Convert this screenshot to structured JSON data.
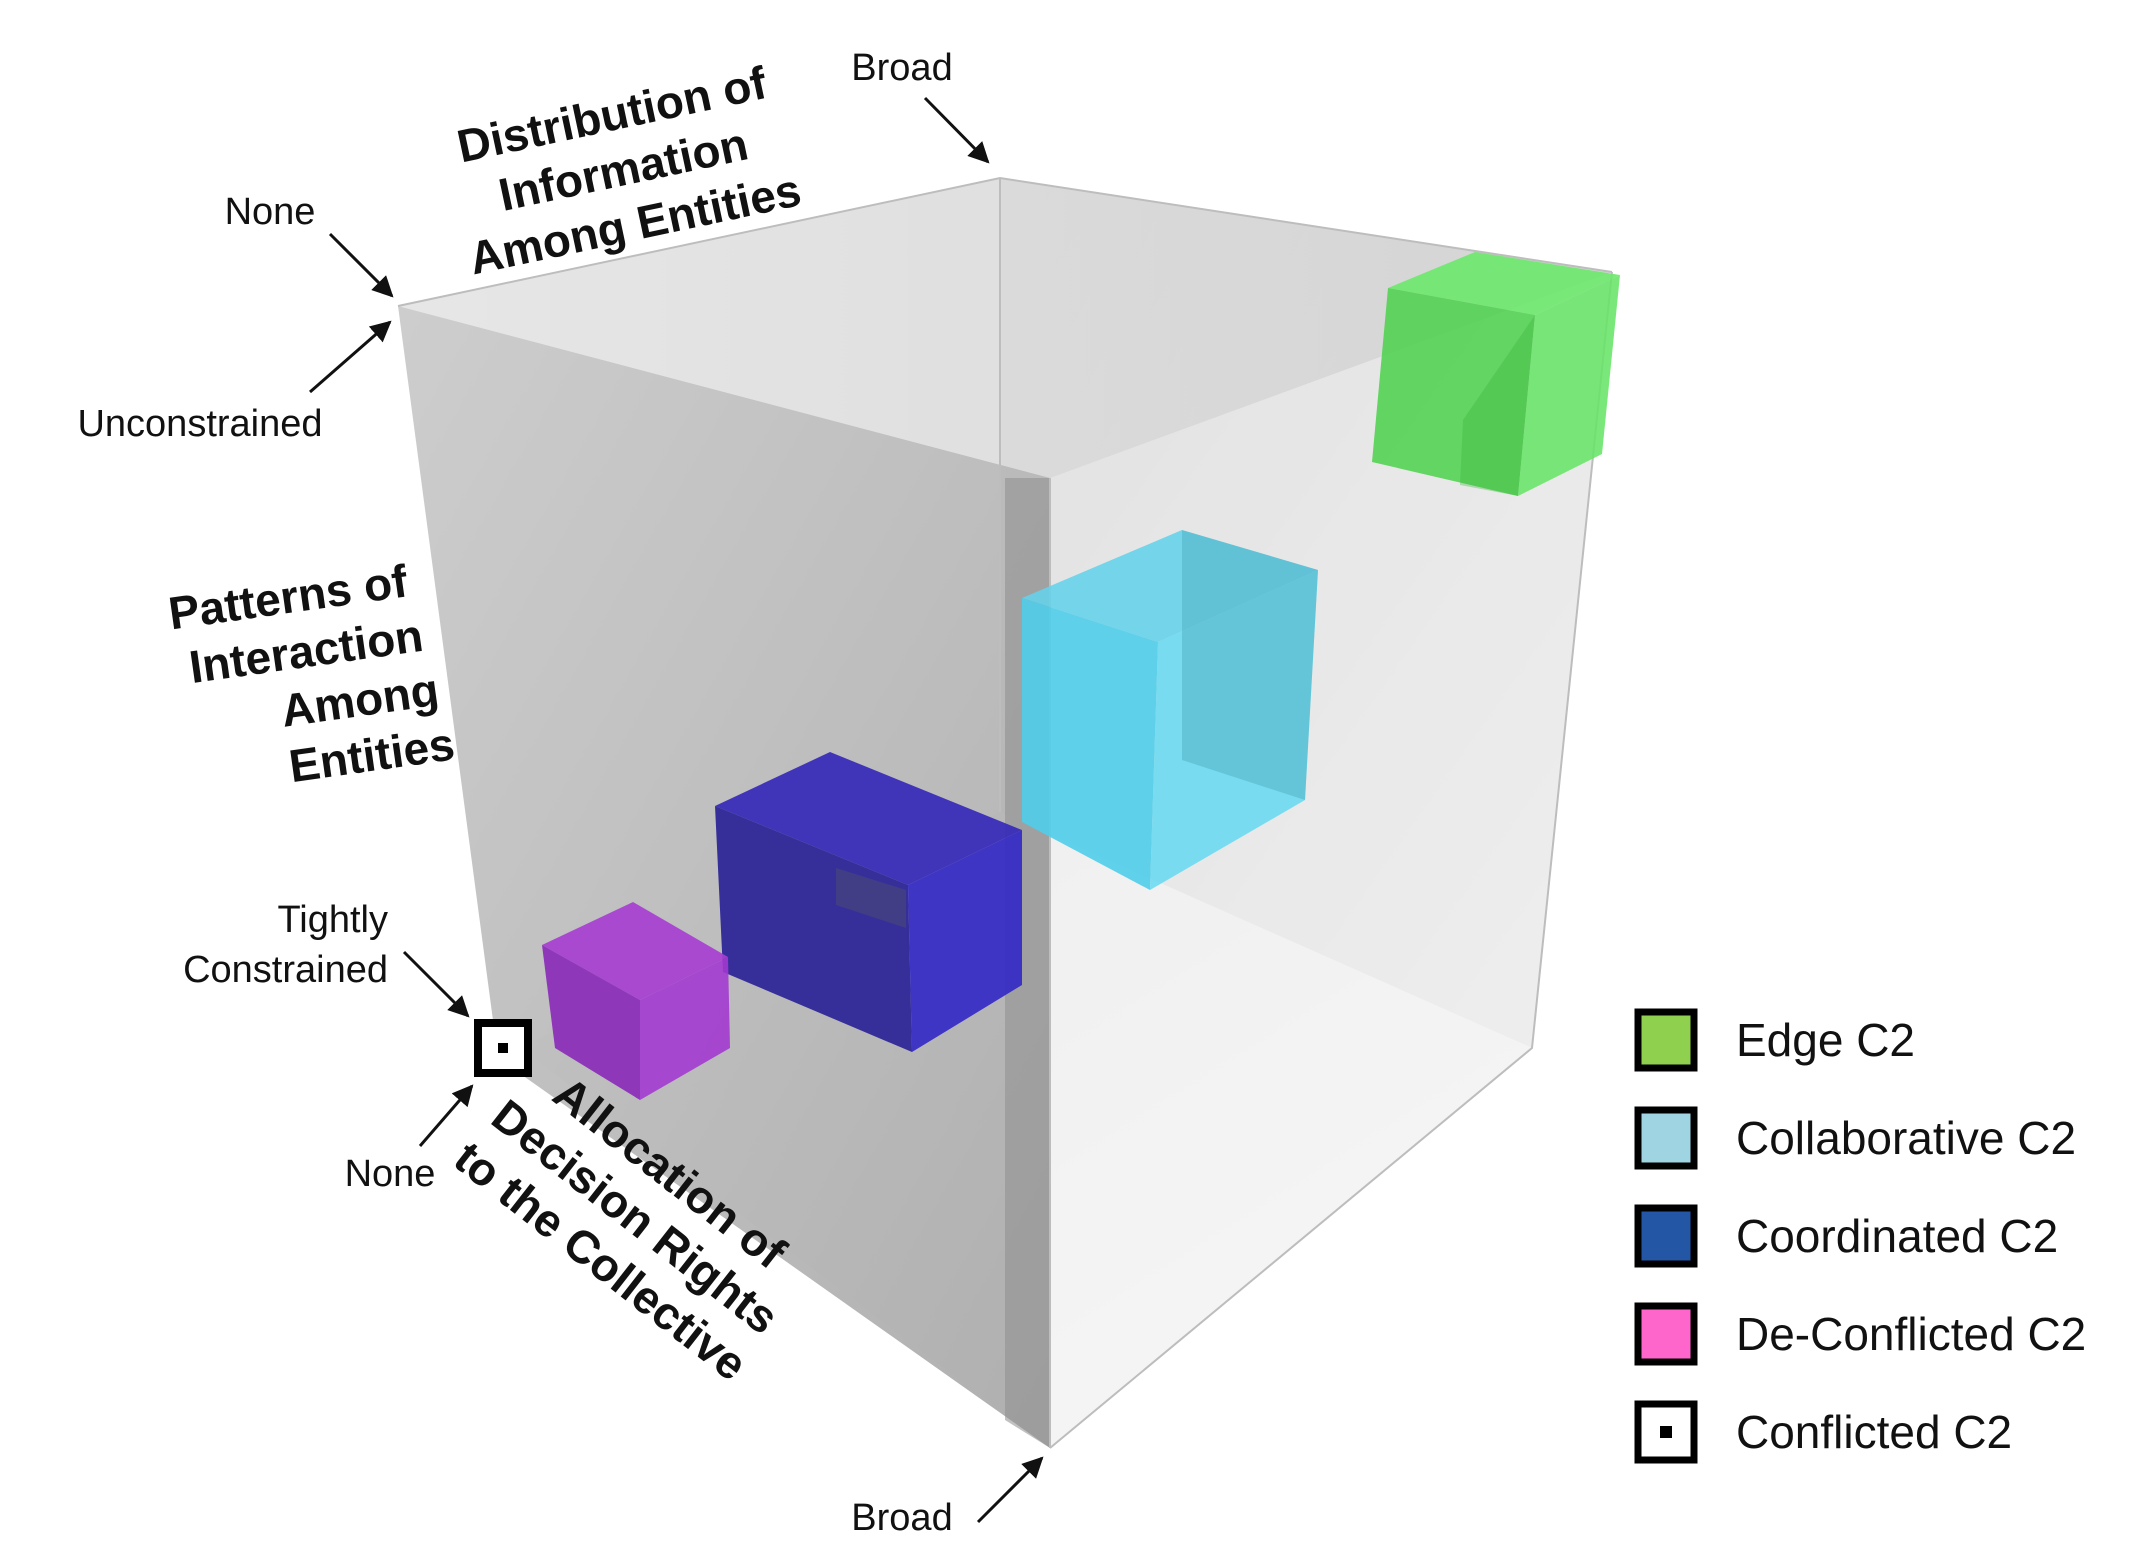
{
  "axes": {
    "information": {
      "title_lines": [
        "Distribution of",
        "Information",
        "Among Entities"
      ],
      "low_label": "None",
      "high_label": "Broad"
    },
    "interaction": {
      "title_lines": [
        "Patterns of",
        "Interaction",
        "Among",
        "Entities"
      ],
      "low_label_lines": [
        "Tightly",
        "Constrained"
      ],
      "high_label": "Unconstrained"
    },
    "decision_rights": {
      "title_lines": [
        "Allocation of",
        "Decision Rights",
        "to the Collective"
      ],
      "low_label": "None",
      "high_label": "Broad"
    }
  },
  "legend": {
    "items": [
      {
        "label": "Edge C2",
        "color": "#8fd14f",
        "marker": "filled"
      },
      {
        "label": "Collaborative C2",
        "color": "#9fd4e3",
        "marker": "filled"
      },
      {
        "label": "Coordinated C2",
        "color": "#2456a6",
        "marker": "filled"
      },
      {
        "label": "De-Conflicted C2",
        "color": "#ff66cc",
        "marker": "filled"
      },
      {
        "label": "Conflicted C2",
        "color": "#ffffff",
        "marker": "dot"
      }
    ]
  },
  "regions": [
    {
      "name": "Edge C2",
      "color": "#55e055"
    },
    {
      "name": "Collaborative C2",
      "color": "#5fd3ee"
    },
    {
      "name": "Coordinated C2",
      "color": "#2b1fae"
    },
    {
      "name": "De-Conflicted C2",
      "color": "#9b2fc9"
    },
    {
      "name": "Conflicted C2",
      "color": "#000000"
    }
  ]
}
